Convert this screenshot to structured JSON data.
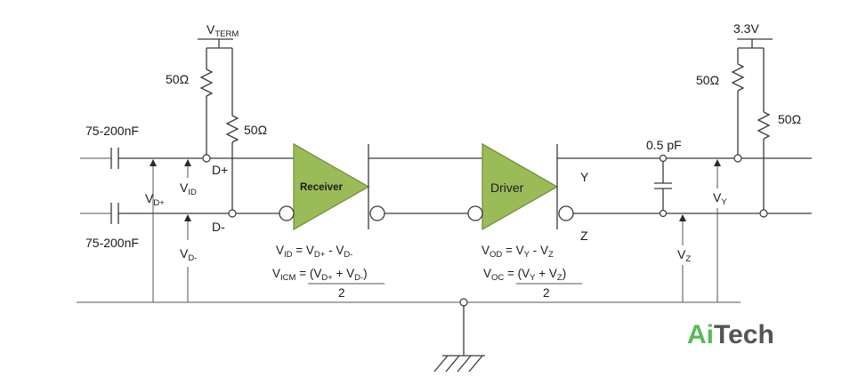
{
  "labels": {
    "vterm": {
      "main": "V",
      "sub": "TERM"
    },
    "supply": "3.3V",
    "r_left_top": "50Ω",
    "r_left_mid": "50Ω",
    "r_right_top": "50Ω",
    "r_right_mid": "50Ω",
    "cap_top": "75-200nF",
    "cap_bottom": "75-200nF",
    "cap_out": "0.5 pF",
    "dplus": "D+",
    "dminus": "D-",
    "y": "Y",
    "z": "Z",
    "vdplus": {
      "main": "V",
      "sub": "D+"
    },
    "vid": {
      "main": "V",
      "sub": "ID"
    },
    "vdminus": {
      "main": "V",
      "sub": "D-"
    },
    "vy": {
      "main": "V",
      "sub": "Y"
    },
    "vz": {
      "main": "V",
      "sub": "Z"
    }
  },
  "blocks": {
    "receiver": "Receiver",
    "driver": "Driver",
    "fill_color": "#9bbb59",
    "stroke_color": "#76923c"
  },
  "equations": {
    "receiver": {
      "vid": {
        "p1": "V",
        "s1": "ID",
        "p2": " = V",
        "s2": "D+",
        "p3": " - V",
        "s3": "D-"
      },
      "vicm": {
        "p1": "V",
        "s1": "ICM",
        "p2": " = (V",
        "s2": "D+",
        "p3": " + V",
        "s3": "D-",
        "p4": ")"
      },
      "vicm_den": "2"
    },
    "driver": {
      "vod": {
        "p1": "V",
        "s1": "OD",
        "p2": " = V",
        "s2": "Y",
        "p3": " - V",
        "s3": "Z"
      },
      "voc": {
        "p1": "V",
        "s1": "OC",
        "p2": " = (V",
        "s2": "Y",
        "p3": " + V",
        "s3": "Z",
        "p4": ")"
      },
      "voc_den": "2"
    }
  },
  "logo": {
    "part1": "Ai",
    "part2": "Tech",
    "color1": "#5cb85c",
    "color2": "#555555"
  }
}
